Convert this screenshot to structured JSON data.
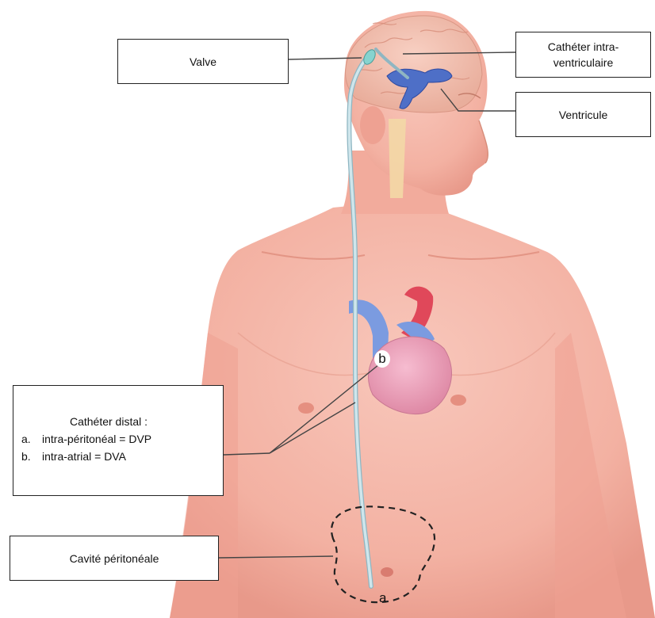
{
  "labels": {
    "valve": "Valve",
    "catheter_intra_line1": "Cathéter intra-",
    "catheter_intra_line2": "ventriculaire",
    "ventricle": "Ventricule",
    "distal_title": "Cathéter distal :",
    "distal_items": [
      {
        "letter": "a.",
        "text": "intra-péritonéal = DVP"
      },
      {
        "letter": "b.",
        "text": "intra-atrial = DVA"
      }
    ],
    "peritoneal_cavity": "Cavité péritonéale"
  },
  "markers": {
    "b": "b",
    "a": "a"
  },
  "colors": {
    "skin": "#f4b3a4",
    "skin_shadow": "#e89a88",
    "brain": "#f2c1b1",
    "ventricle": "#4e6fc7",
    "catheter": "#cfe6ec",
    "catheter_outline": "#8fb6c2",
    "heart": "#e99cb4",
    "vessel_red": "#e0485a",
    "vessel_blue": "#7b9be0",
    "spine": "#f3d8a6"
  }
}
